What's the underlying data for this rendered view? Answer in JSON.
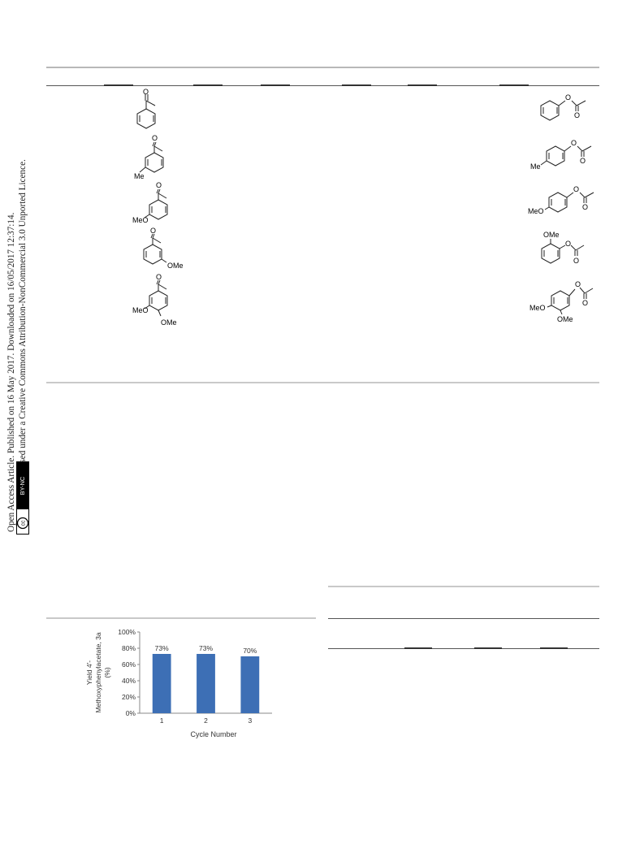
{
  "sidebar": {
    "line1": "Open Access Article. Published on 16 May 2017. Downloaded on 16/05/2017 12:37:14.",
    "line2": "This article is licensed under a Creative Commons Attribution-NonCommercial 3.0 Unported Licence.",
    "badge_cc": "cc",
    "badge_by": "BY-NC"
  },
  "molecules_left": [
    {
      "substituent": "",
      "carbonyl": "O"
    },
    {
      "substituent": "Me",
      "carbonyl": "O"
    },
    {
      "substituent": "MeO",
      "carbonyl": "O"
    },
    {
      "substituent": "OMe",
      "carbonyl": "O"
    },
    {
      "substituent": "MeO",
      "substituent2": "OMe",
      "carbonyl": "O"
    }
  ],
  "molecules_right": [
    {
      "ester_o": "O",
      "carbonyl": "O",
      "substituent": ""
    },
    {
      "ester_o": "O",
      "carbonyl": "O",
      "substituent": "Me"
    },
    {
      "ester_o": "O",
      "carbonyl": "O",
      "substituent": "MeO"
    },
    {
      "ester_o": "O",
      "carbonyl": "O",
      "substituent": "OMe"
    },
    {
      "ester_o": "O",
      "carbonyl": "O",
      "substituent": "MeO",
      "substituent2": "OMe"
    }
  ],
  "chart_data": {
    "type": "bar",
    "categories": [
      "1",
      "2",
      "3"
    ],
    "values": [
      73,
      73,
      70
    ],
    "data_labels": [
      "73%",
      "73%",
      "70%"
    ],
    "y_ticks": [
      "0%",
      "20%",
      "40%",
      "60%",
      "80%",
      "100%"
    ],
    "ylim": [
      0,
      100
    ],
    "xlabel": "Cycle Number",
    "ylabel_lines": [
      "Yield 4'-",
      "Methoxyphenylacetate, 3a",
      "(%)"
    ],
    "bar_color": "#3d6fb5",
    "grid": false
  }
}
